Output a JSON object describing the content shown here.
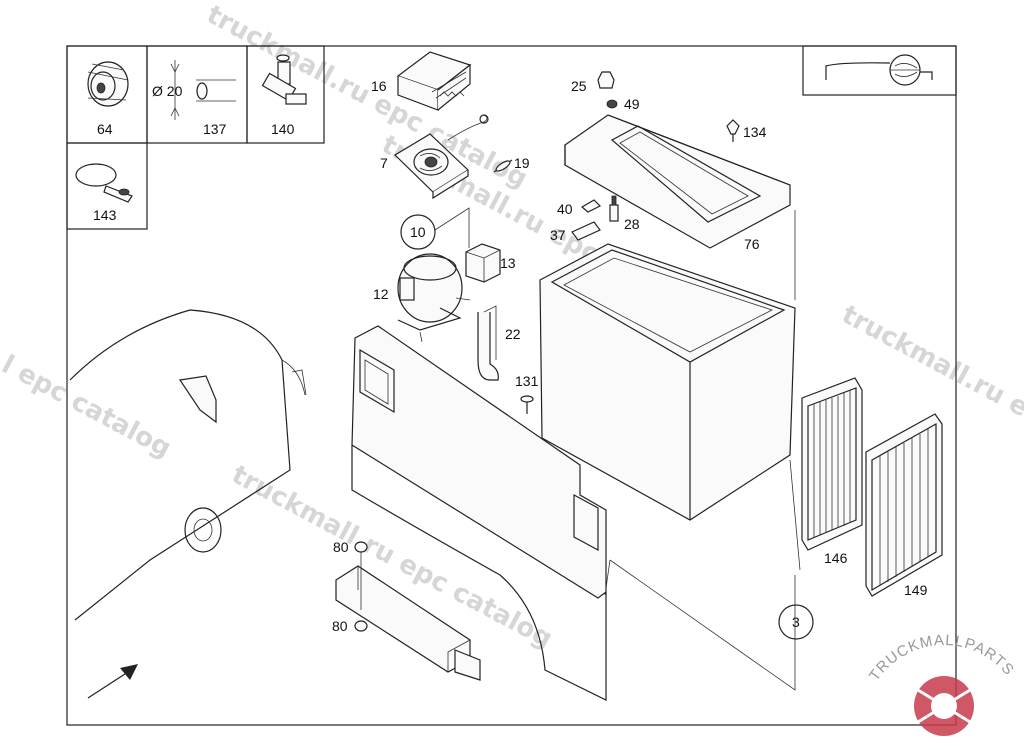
{
  "watermark": {
    "text_a": "truckmall.ru epc catalog",
    "text_b": "truckmall.ru epc catalog",
    "text_c": "truckmall.ru e",
    "text_d": "l epc catalog",
    "text_e": "truckmall.ru epc catalog"
  },
  "logo": {
    "brand": "TRUCKMALLPARTS"
  },
  "inset_parts": [
    {
      "label": "64"
    },
    {
      "label": "137"
    },
    {
      "label": "140"
    },
    {
      "label": "143"
    }
  ],
  "dimension": {
    "value": "Ø 20"
  },
  "parts": {
    "p16": "16",
    "p7": "7",
    "p19": "19",
    "p10": "10",
    "p13": "13",
    "p12": "12",
    "p22": "22",
    "p131": "131",
    "p25": "25",
    "p49": "49",
    "p134": "134",
    "p40": "40",
    "p37": "37",
    "p28": "28",
    "p76": "76",
    "p146": "146",
    "p149": "149",
    "p3": "3",
    "p80a": "80",
    "p80b": "80"
  }
}
